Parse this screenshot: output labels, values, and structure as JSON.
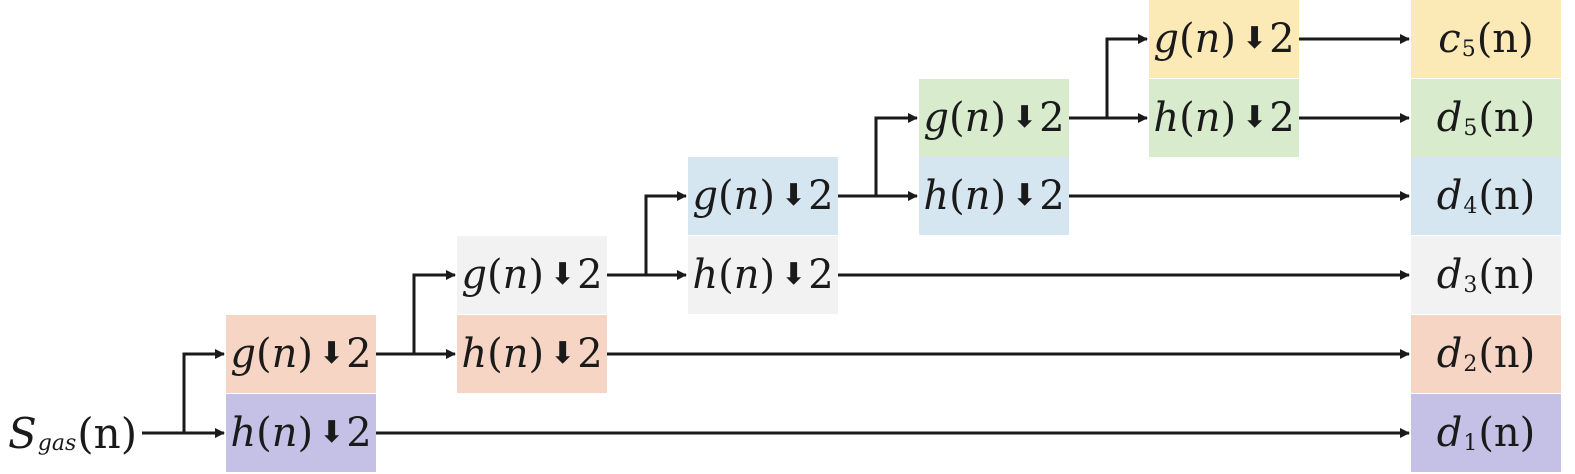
{
  "input": {
    "base": "S",
    "sub": "gas",
    "arg": "(n)"
  },
  "filter_op": {
    "var": "n",
    "down": "⬇",
    "factor": "2"
  },
  "colors": {
    "level1_g": "#f6d5c4",
    "level1_h": "#c5c0e6",
    "level2_g": "#f2f2f2",
    "level2_h": "#f6d5c4",
    "level3_g": "#d6e6f1",
    "level3_h": "#f2f2f2",
    "level4_g": "#d8ebcd",
    "level4_h": "#d6e6f1",
    "level5_g": "#fbe9b6",
    "level5_h": "#d8ebcd",
    "arrow": "#1a1a1a"
  },
  "levels": [
    {
      "g": "g",
      "h": "h"
    },
    {
      "g": "g",
      "h": "h"
    },
    {
      "g": "g",
      "h": "h"
    },
    {
      "g": "g",
      "h": "h"
    },
    {
      "g": "g",
      "h": "h"
    }
  ],
  "outputs": [
    {
      "base": "c",
      "sub": "5",
      "arg": "(n)"
    },
    {
      "base": "d",
      "sub": "5",
      "arg": "(n)"
    },
    {
      "base": "d",
      "sub": "4",
      "arg": "(n)"
    },
    {
      "base": "d",
      "sub": "3",
      "arg": "(n)"
    },
    {
      "base": "d",
      "sub": "2",
      "arg": "(n)"
    },
    {
      "base": "d",
      "sub": "1",
      "arg": "(n)"
    }
  ]
}
